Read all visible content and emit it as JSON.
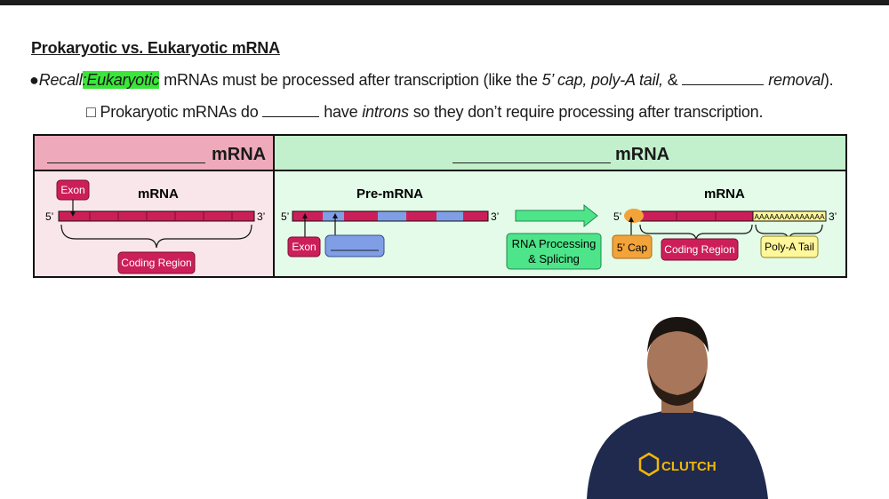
{
  "title": "Prokaryotic vs. Eukaryotic mRNA",
  "recall": {
    "bullet": "●",
    "recall_word": "Recall",
    "colon": ":",
    "highlight": "Eukaryotic",
    "text_a": "mRNAs must be processed after transcription (like the",
    "italic_b": "5’ cap, poly-A tail,",
    "text_c": "&",
    "italic_d": "removal",
    "text_e": ")."
  },
  "sub": {
    "bullet": "□",
    "text_a": "Prokaryotic mRNAs do",
    "text_b": "have",
    "italic_c": "introns",
    "text_d": "so they don’t require processing after transcription."
  },
  "table": {
    "left_header": "mRNA",
    "right_header": "mRNA",
    "pro": {
      "mrna_label": "mRNA",
      "exon_label": "Exon",
      "coding_region": "Coding Region",
      "five": "5’",
      "three": "3’"
    },
    "euk": {
      "pre_mrna_label": "Pre-mRNA",
      "exon_label": "Exon",
      "processing_line1": "RNA Processing",
      "processing_line2": "& Splicing",
      "mrna_label": "mRNA",
      "cap_label": "5’ Cap",
      "coding_region": "Coding Region",
      "poly_a_seq": "AAAAAAAAAAAAAA",
      "poly_a_label": "Poly-A Tail",
      "five": "5’",
      "three": "3’"
    }
  },
  "colors": {
    "exon": "#cc1f5a",
    "intron": "#7f9ee6",
    "arrow": "#4ee58a",
    "cap": "#f2a33a",
    "poly_a": "#fff79a"
  },
  "presenter": {
    "shirt_text": "CLUTCH"
  }
}
